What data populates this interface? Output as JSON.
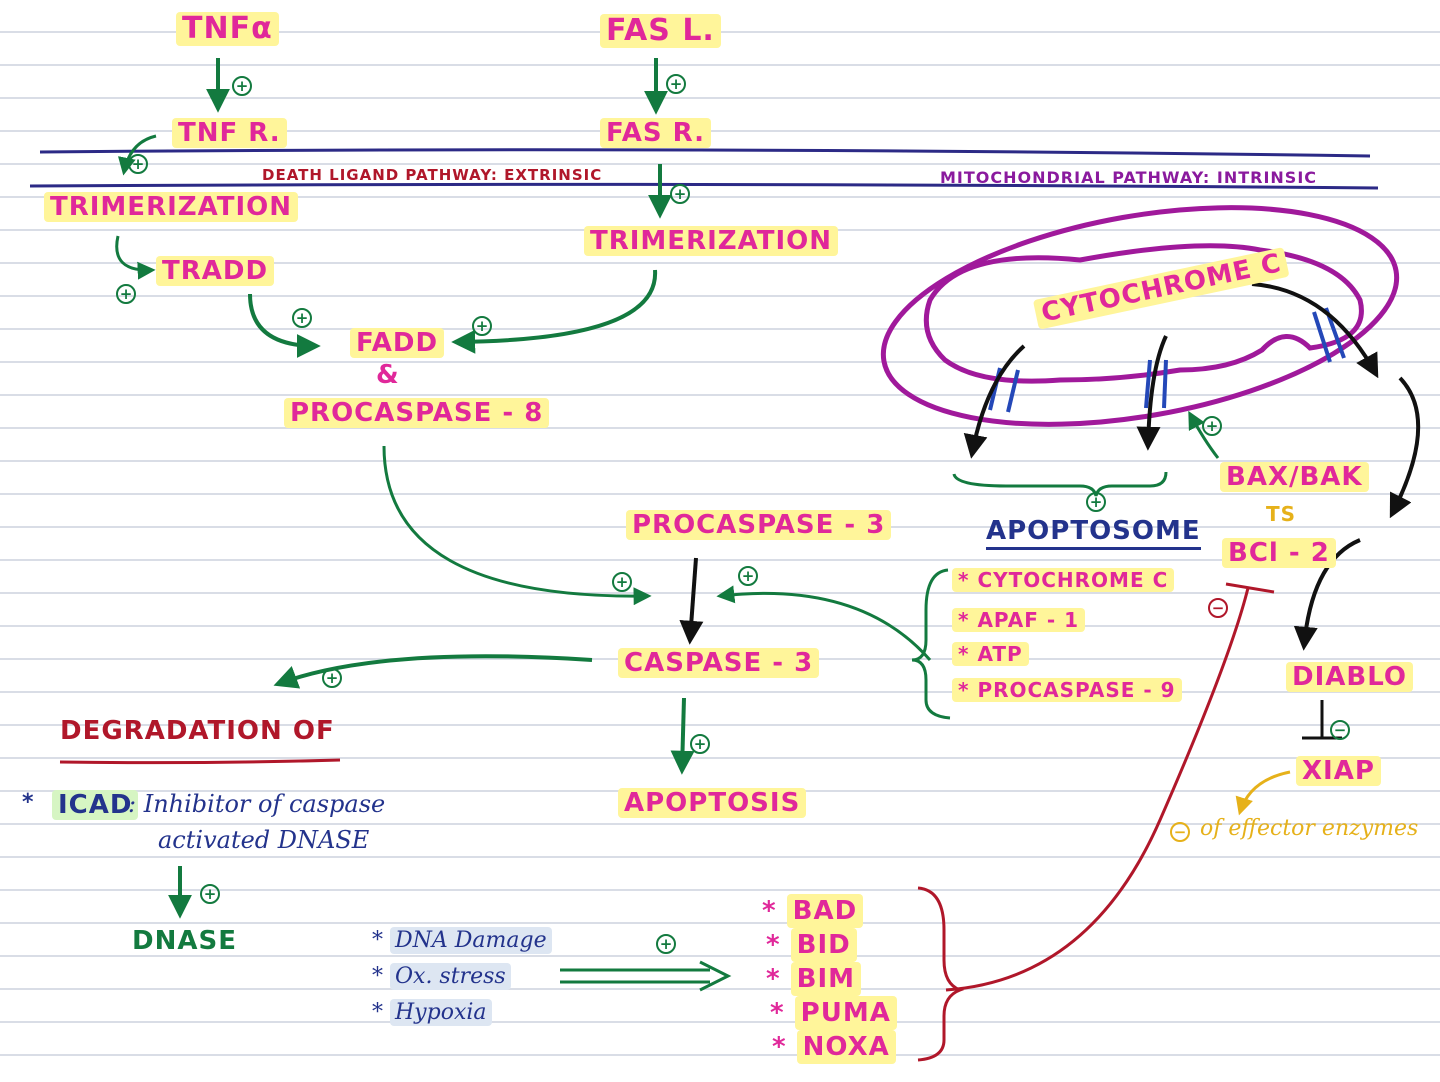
{
  "labels": {
    "tnf_alpha": "TNFα",
    "fas_l": "FAS L.",
    "tnf_r": "TNF R.",
    "fas_r": "FAS R.",
    "death_ligand_pathway": "DEATH LIGAND PATHWAY: EXTRINSIC",
    "mito_pathway": "MITOCHONDRIAL PATHWAY: INTRINSIC",
    "trimerization_left": "TRIMERIZATION",
    "trimerization_right": "TRIMERIZATION",
    "tradd": "TRADD",
    "fadd": "FADD",
    "ampersand": "&",
    "procaspase_8": "PROCASPASE - 8",
    "cytochrome_c": "CYTOCHROME C",
    "bax_bak": "BAX/BAK",
    "ts": "TS",
    "bcl2": "BCl - 2",
    "apoptosome": "APOPTOSOME",
    "procaspase_3": "PROCASPASE - 3",
    "caspase_3": "CASPASE - 3",
    "apoptosis": "APOPTOSIS",
    "degradation_of": "DEGRADATION OF",
    "icad": "ICAD",
    "icad_desc_1": ": Inhibitor of caspase",
    "icad_desc_2": "activated DNASE",
    "dnase": "DNASE",
    "diablo": "DIABLO",
    "xiap": "XIAP",
    "effector_note": "of effector enzymes"
  },
  "apoptosome_items": [
    "CYTOCHROME C",
    "APAF - 1",
    "ATP",
    "PROCASPASE - 9"
  ],
  "stressors": [
    "DNA Damage",
    "Ox. stress",
    "Hypoxia"
  ],
  "bh3_proteins": [
    "BAD",
    "BID",
    "BIM",
    "PUMA",
    "NOXA"
  ],
  "bullet": "*",
  "signs": {
    "plus": "+",
    "minus": "−"
  },
  "colors": {
    "pink": "#e0289a",
    "dark_red": "#b0172a",
    "green": "#137a3f",
    "navy": "#23338c",
    "purple": "#8a1a9e",
    "gold": "#e6b11a",
    "highlight": "#fff59a"
  }
}
